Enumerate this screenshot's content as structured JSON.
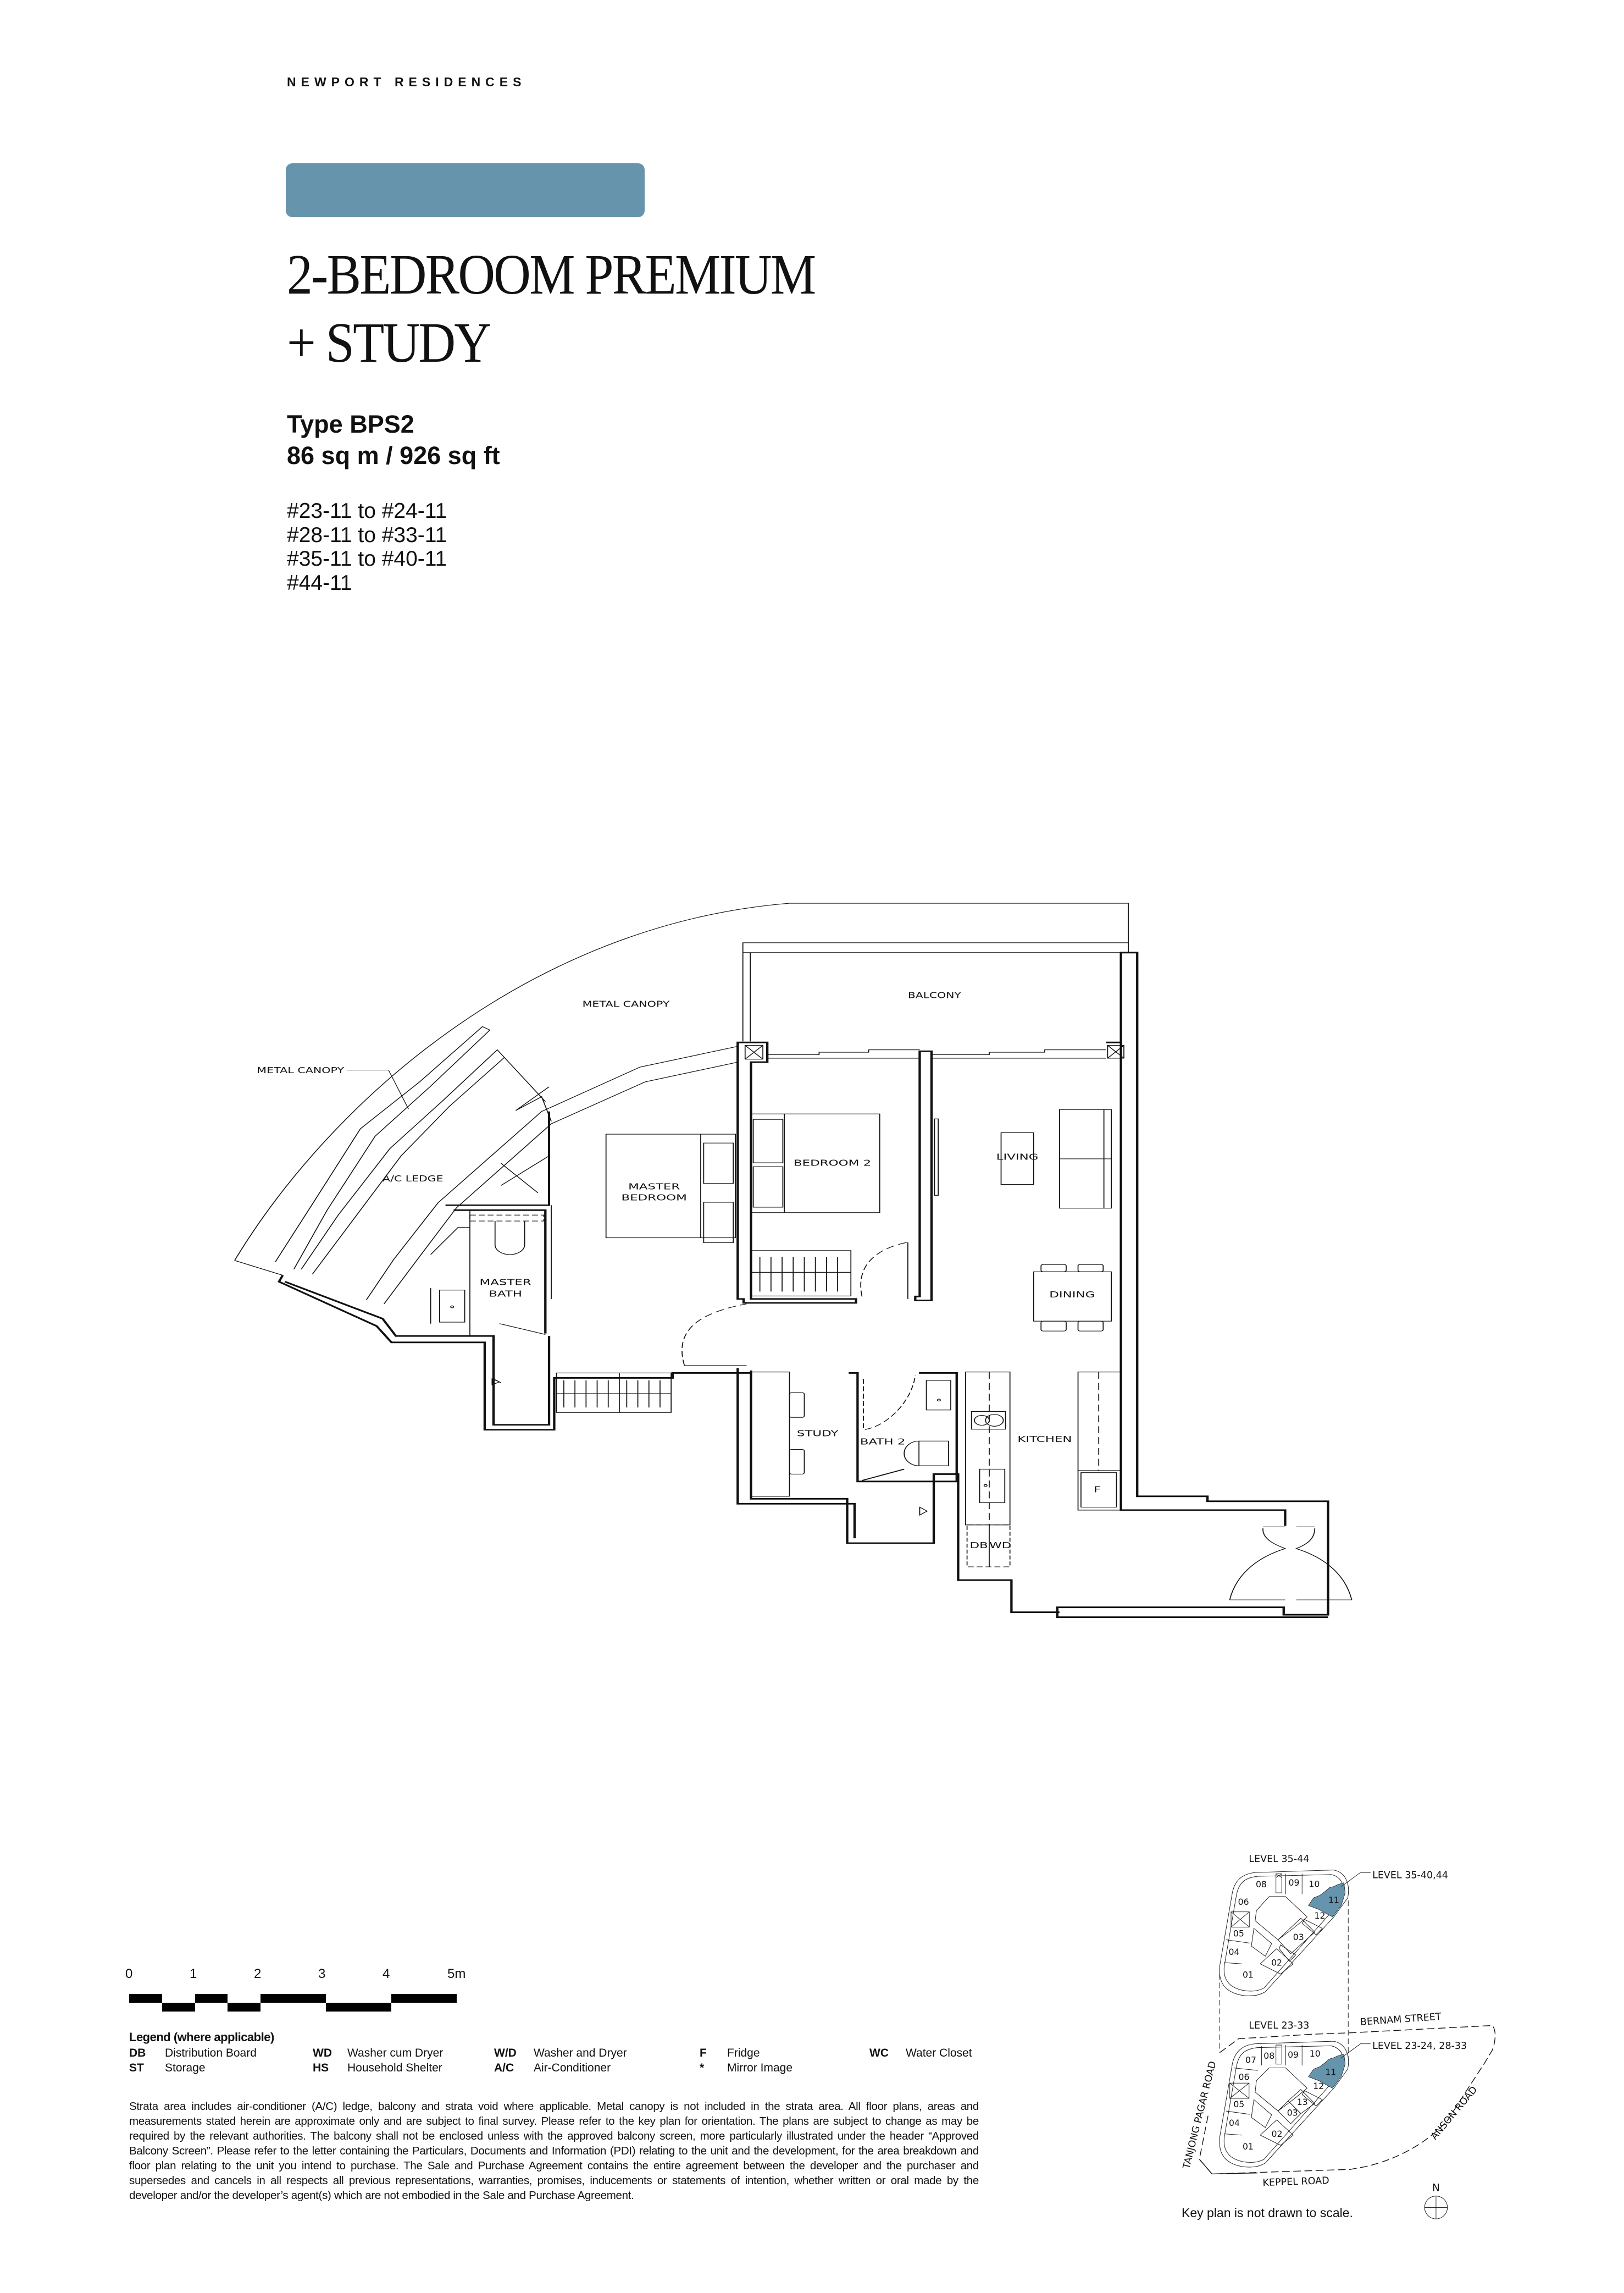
{
  "header": {
    "brand": "NEWPORT RESIDENCES",
    "accent_color": "#6794AD"
  },
  "unit": {
    "title_line1": "2-BEDROOM PREMIUM",
    "title_line2": "+ STUDY",
    "type": "Type BPS2",
    "area": "86 sq m / 926 sq ft",
    "unit_numbers": [
      "#23-11 to #24-11",
      "#28-11 to #33-11",
      "#35-11 to #40-11",
      "#44-11"
    ]
  },
  "floor_plan": {
    "labels": {
      "metal_canopy_left": "METAL CANOPY",
      "metal_canopy_top": "METAL CANOPY",
      "balcony": "BALCONY",
      "ac_ledge": "A/C LEDGE",
      "master_bedroom_1": "MASTER",
      "master_bedroom_2": "BEDROOM",
      "bedroom_2": "BEDROOM 2",
      "living": "LIVING",
      "dining": "DINING",
      "master_bath_1": "MASTER",
      "master_bath_2": "BATH",
      "study": "STUDY",
      "bath_2": "BATH 2",
      "kitchen": "KITCHEN",
      "fridge": "F",
      "db": "DB",
      "wd": "WD"
    }
  },
  "scale": {
    "ticks": [
      "0",
      "1",
      "2",
      "3",
      "4",
      "5m"
    ]
  },
  "legend": {
    "title": "Legend (where applicable)",
    "items": [
      {
        "abbr": "DB",
        "desc": "Distribution Board"
      },
      {
        "abbr": "ST",
        "desc": "Storage"
      },
      {
        "abbr": "WD",
        "desc": "Washer cum Dryer"
      },
      {
        "abbr": "HS",
        "desc": "Household Shelter"
      },
      {
        "abbr": "W/D",
        "desc": "Washer and Dryer"
      },
      {
        "abbr": "A/C",
        "desc": "Air-Conditioner"
      },
      {
        "abbr": "F",
        "desc": "Fridge"
      },
      {
        "abbr": "*",
        "desc": "Mirror Image"
      },
      {
        "abbr": "WC",
        "desc": "Water Closet"
      }
    ]
  },
  "disclaimer": "Strata area includes air-conditioner (A/C) ledge, balcony and strata void where applicable. Metal canopy is not included in the strata area. All floor plans, areas and measurements stated herein are approximate only and are subject to final survey. Please refer to the key plan for orientation. The plans are subject to change as may be required by the relevant authorities. The balcony shall not be enclosed unless with the approved balcony screen, more particularly illustrated under the header “Approved Balcony Screen”. Please refer to the letter containing the Particulars, Documents and Information (PDI) relating to the unit and the development, for the area breakdown and floor plan relating to the unit you intend to purchase. The Sale and Purchase Agreement contains the entire agreement between the developer and the purchaser and supersedes and cancels in all respects all previous representations, warranties, promises, inducements or statements of intention, whether written or oral made by the developer and/or the developer’s agent(s) which are not embodied in the Sale and Purchase Agreement.",
  "key_plan": {
    "upper_level": "LEVEL  35-44",
    "upper_callout": "LEVEL 35-40,44",
    "lower_level": "LEVEL  23-33",
    "lower_callout": "LEVEL 23-24, 28-33",
    "streets": {
      "north": "BERNAM STREET",
      "west": "TANJONG PAGAR ROAD",
      "south": "KEPPEL ROAD",
      "east": "ANSON ROAD"
    },
    "upper_units": [
      "01",
      "02",
      "03",
      "04",
      "05",
      "06",
      "08",
      "09",
      "10",
      "11",
      "12"
    ],
    "lower_units": [
      "01",
      "02",
      "03",
      "04",
      "05",
      "06",
      "07",
      "08",
      "09",
      "10",
      "11",
      "12",
      "13"
    ],
    "highlight_unit": "11",
    "highlight_color": "#6794AD",
    "north_label": "N",
    "note": "Key plan is not drawn to scale."
  }
}
